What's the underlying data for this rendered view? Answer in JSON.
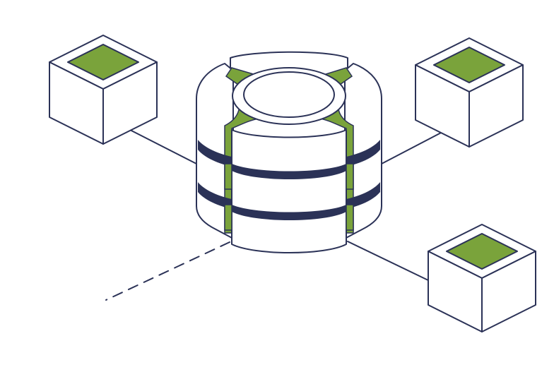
{
  "diagram": {
    "central_node": {
      "icon": "database-cylinder-icon",
      "layers": 3
    },
    "connected_nodes": [
      {
        "icon": "cube-icon",
        "position": "top-left"
      },
      {
        "icon": "cube-icon",
        "position": "top-right"
      },
      {
        "icon": "cube-icon",
        "position": "bottom-right"
      }
    ],
    "pending_connection": {
      "style": "dashed",
      "position": "bottom-left"
    },
    "colors": {
      "outline": "#2b3257",
      "accent": "#7aa33b",
      "band": "#2b3257",
      "fill": "#ffffff"
    }
  }
}
